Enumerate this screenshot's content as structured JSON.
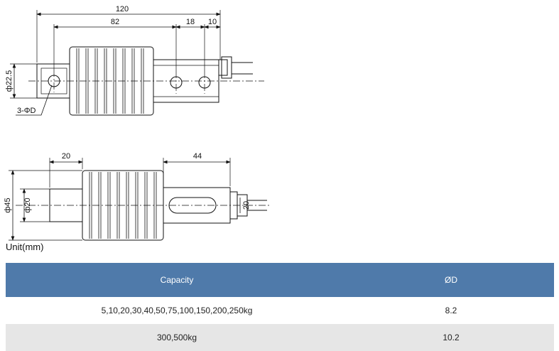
{
  "top_view": {
    "dim_overall": "120",
    "dim_hole_span": "82",
    "dim_hole_pitch": "18",
    "dim_end": "10",
    "dim_height": "ф22.5",
    "hole_callout": "3-ΦD"
  },
  "side_view": {
    "dim_shaft": "20",
    "dim_slot": "44",
    "dim_outer": "ф45",
    "dim_shaft_dia": "ф20",
    "dim_end_dia": "20"
  },
  "unit_label": "Unit(mm)",
  "table": {
    "headers": [
      "Capacity",
      "ØD"
    ],
    "rows": [
      [
        "5,10,20,30,40,50,75,100,150,200,250kg",
        "8.2"
      ],
      [
        "300,500kg",
        "10.2"
      ]
    ]
  }
}
